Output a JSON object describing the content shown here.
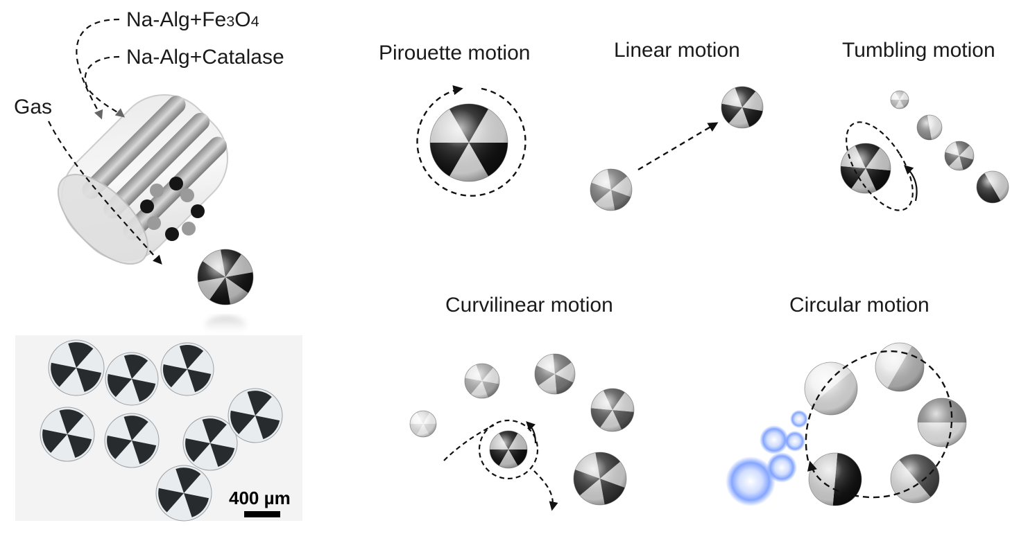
{
  "labels": {
    "gas": "Gas",
    "inlet_fe_prefix": "Na-Alg+Fe",
    "inlet_fe_sub1": "3",
    "inlet_fe_o": "O",
    "inlet_fe_sub2": "4",
    "inlet_catalase": "Na-Alg+Catalase",
    "scale_bar": "400 µm"
  },
  "motions": {
    "pirouette": "Pirouette motion",
    "linear": "Linear motion",
    "tumbling": "Tumbling motion",
    "curvilinear": "Curvilinear motion",
    "circular": "Circular motion"
  },
  "colors": {
    "dark_segment": "#141414",
    "light_segment": "#bdbdbd",
    "bubble": "#6f96ff",
    "arrow": "#111111"
  }
}
